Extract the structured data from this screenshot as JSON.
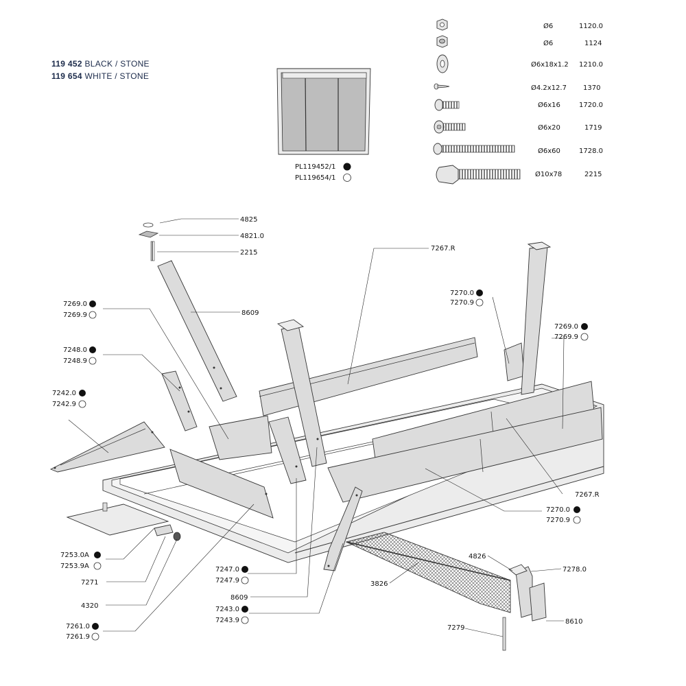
{
  "header": {
    "line1": {
      "code": "119 452",
      "name": "BLACK / STONE"
    },
    "line2": {
      "code": "119 654",
      "name": "WHITE / STONE"
    }
  },
  "colors": {
    "black_dot": "#111111",
    "white_dot": "#ffffff",
    "header_text": "#1b2a4a",
    "part_fill": "#dcdcdc"
  },
  "panel_codes": [
    "PL119452/1",
    "PL119654/1"
  ],
  "hardware": [
    {
      "size": "Ø6",
      "code": "1120.0",
      "icon": "nut-icon"
    },
    {
      "size": "Ø6",
      "code": "1124",
      "icon": "lock-nut-icon"
    },
    {
      "size": "Ø6x18x1.2",
      "code": "1210.0",
      "icon": "washer-icon"
    },
    {
      "size": "Ø4.2x12.7",
      "code": "1370",
      "icon": "self-tapping-screw-icon"
    },
    {
      "size": "Ø6x16",
      "code": "1720.0",
      "icon": "short-bolt-icon"
    },
    {
      "size": "Ø6x20",
      "code": "1719",
      "icon": "bolt-icon"
    },
    {
      "size": "Ø6x60",
      "code": "1728.0",
      "icon": "long-bolt-icon"
    },
    {
      "size": "Ø10x78",
      "code": "2215",
      "icon": "threaded-stud-icon"
    }
  ],
  "labels": {
    "l4825": "4825",
    "l48210": "4821.0",
    "l2215": "2215",
    "l8609a": "8609",
    "l7267Ra": "7267.R",
    "l72690a": "7269.0",
    "l72699a": "7269.9",
    "l72480": "7248.0",
    "l72489": "7248.9",
    "l72420": "7242.0",
    "l72429": "7242.9",
    "l72700a": "7270.0",
    "l72709a": "7270.9",
    "l72690b": "7269.0",
    "l72699b": "7269.9",
    "l7267Rb": "7267.R",
    "l72700b": "7270.0",
    "l72709b": "7270.9",
    "l72530A": "7253.0A",
    "l72539A": "7253.9A",
    "l7271": "7271",
    "l4320": "4320",
    "l72610": "7261.0",
    "l72619": "7261.9",
    "l72470": "7247.0",
    "l72479": "7247.9",
    "l8609b": "8609",
    "l72430": "7243.0",
    "l72439": "7243.9",
    "l4826": "4826",
    "l72780": "7278.0",
    "l3826": "3826",
    "l8610": "8610",
    "l7279": "7279"
  }
}
